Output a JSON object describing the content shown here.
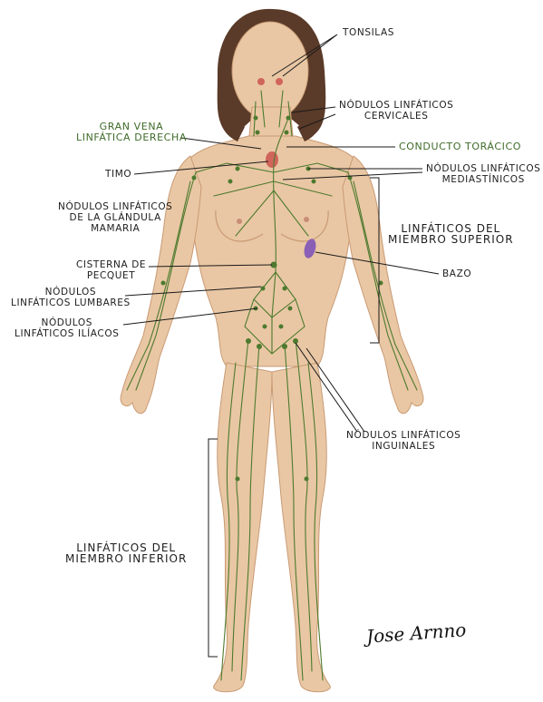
{
  "labels": {
    "tonsilas": "TONSILAS",
    "nodulos_cervicales": [
      "NÓDULOS LINFÁTICOS",
      "CERVICALES"
    ],
    "gran_vena": [
      "GRAN VENA",
      "LINFÁTICA DERECHA"
    ],
    "conducto_toracico": "CONDUCTO TORÁCICO",
    "timo": "TIMO",
    "nodulos_mediastinicos": [
      "NÓDULOS LINFÁTICOS",
      "MEDIASTÍNICOS"
    ],
    "nodulos_mamaria": [
      "NÓDULOS LINFÁTICOS",
      "DE LA GLÁNDULA",
      "MAMARIA"
    ],
    "miembro_superior": [
      "LINFÁTICOS DEL",
      "MIEMBRO SUPERIOR"
    ],
    "cisterna": [
      "CISTERNA DE",
      "PECQUET"
    ],
    "bazo": "BAZO",
    "nodulos_lumbares": [
      "NÓDULOS",
      "LINFÁTICOS LUMBARES"
    ],
    "nodulos_iliacos": [
      "NÓDULOS",
      "LINFÁTICOS ILÍACOS"
    ],
    "nodulos_inguinales": [
      "NÓDULOS LINFÁTICOS",
      "INGUINALES"
    ],
    "miembro_inferior": [
      "LINFÁTICOS DEL",
      "MIEMBRO INFERIOR"
    ]
  },
  "signature": "Jose Arnno",
  "colors": {
    "skin": "#e9c7a4",
    "skin_shadow": "#cf9f78",
    "hair": "#5a3a28",
    "lymph": "#4d7a2e",
    "label_green": "#3f6b2a",
    "leader": "#1a1a1a",
    "spleen": "#8a5fb5",
    "thymus": "#d0655a"
  }
}
